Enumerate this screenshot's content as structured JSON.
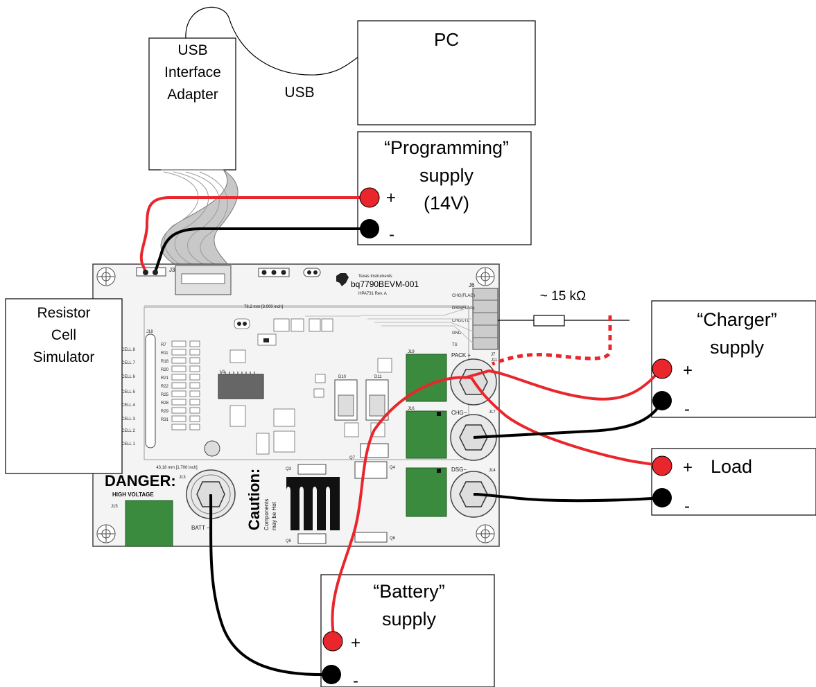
{
  "pc": {
    "label": "PC"
  },
  "usb_adapter": {
    "line1": "USB",
    "line2": "Interface",
    "line3": "Adapter"
  },
  "usb_cable": {
    "label": "USB"
  },
  "programming_supply": {
    "line1": "“Programming”",
    "line2": "supply",
    "line3": "(14V)",
    "plus": "+",
    "minus": "-"
  },
  "resistor_cell_simulator": {
    "line1": "Resistor",
    "line2": "Cell",
    "line3": "Simulator"
  },
  "resistor": {
    "label": "~ 15 kΩ"
  },
  "charger_supply": {
    "line1": "“Charger”",
    "line2": "supply",
    "plus": "+",
    "minus": "-"
  },
  "load": {
    "label": "Load",
    "plus": "+",
    "minus": "-"
  },
  "battery_supply": {
    "line1": "“Battery”",
    "line2": "supply",
    "plus": "+",
    "minus": "-"
  },
  "board": {
    "brand": "Texas Instruments",
    "part": "bq7790BEVM-001",
    "rev": "HPA731 Rev. A",
    "dim_top": "76.2 mm [3.000 inch]",
    "dim_left": "43.18 mm [1.700 inch]",
    "danger": "DANGER:",
    "high_voltage": "HIGH VOLTAGE",
    "caution": "Caution:",
    "components": "Components",
    "hot": "may be Hot",
    "pack_plus": "PACK +",
    "chg_minus": "CHG−",
    "dsg_minus": "DSG−",
    "batt_minus": "BATT −",
    "j6_pins": [
      "CHG(FLAG)",
      "DSG(FLAG)",
      "CHGCTL",
      "GND",
      "TS"
    ],
    "cell_labels": [
      "CELL 8",
      "CELL 7",
      "CELL 6",
      "CELL 5",
      "CELL 4",
      "CELL 3",
      "CELL 2",
      "CELL 1"
    ],
    "resistor_refs": [
      "R7",
      "R11",
      "R18",
      "R20",
      "R21",
      "R22",
      "R25",
      "R28",
      "R29",
      "R31"
    ],
    "j3": "J3",
    "j6": "J6",
    "j7": "J7",
    "j11": "J11",
    "j13": "J13",
    "j14": "J14",
    "j15": "J15",
    "j16": "J16",
    "j17": "J17",
    "j18": "J18",
    "j19": "J19",
    "u1": "U1",
    "d10": "D10",
    "d11": "D11",
    "q3": "Q3",
    "q4": "Q4",
    "q5": "Q5",
    "q6": "Q6",
    "q7": "Q7"
  },
  "colors": {
    "red_wire": "#e8262b",
    "black_wire": "#000000",
    "board_green": "#3a8b3e",
    "ribbon": "#c8c8c8"
  }
}
